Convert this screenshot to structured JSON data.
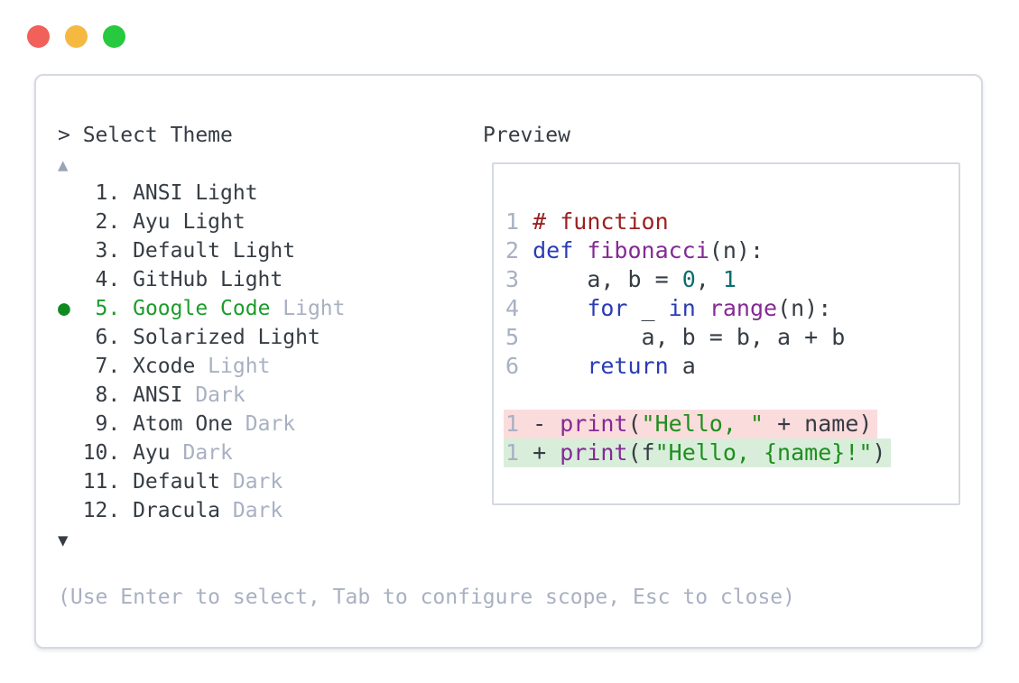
{
  "colors": {
    "text": "#363c44",
    "muted": "#a8b0c2",
    "border": "#d5d9e0",
    "accent-green": "#1c9c2b",
    "bullet-green": "#0f8a20",
    "arrow-muted": "#9aa4b6",
    "traffic-red": "#f2605a",
    "traffic-yellow": "#f5b841",
    "traffic-green": "#27c93f",
    "code-comment": "#9b2121",
    "code-keyword": "#2a3cb5",
    "code-title": "#852a96",
    "code-literal": "#0d6d6d",
    "code-string": "#1f8e1e",
    "diff-del-bg": "#fbdcdc",
    "diff-add-bg": "#d8eedb"
  },
  "titlebar": {
    "buttons": [
      "close",
      "minimize",
      "zoom"
    ]
  },
  "picker": {
    "prompt": "> Select Theme",
    "scroll_up_icon": "▲",
    "scroll_down_icon": "▼",
    "items": [
      {
        "marker": "",
        "pre": "   1. ANSI Light",
        "muted": "",
        "selected": false
      },
      {
        "marker": "",
        "pre": "   2. Ayu Light",
        "muted": "",
        "selected": false
      },
      {
        "marker": "",
        "pre": "   3. Default Light",
        "muted": "",
        "selected": false
      },
      {
        "marker": "",
        "pre": "   4. GitHub Light",
        "muted": "",
        "selected": false
      },
      {
        "marker": "●",
        "pre": "  5. Google Code",
        "muted": " Light",
        "selected": true
      },
      {
        "marker": "",
        "pre": "   6. Solarized Light",
        "muted": "",
        "selected": false
      },
      {
        "marker": "",
        "pre": "   7. Xcode",
        "muted": " Light",
        "selected": false
      },
      {
        "marker": "",
        "pre": "   8. ANSI",
        "muted": " Dark",
        "selected": false
      },
      {
        "marker": "",
        "pre": "   9. Atom One",
        "muted": " Dark",
        "selected": false
      },
      {
        "marker": "",
        "pre": "  10. Ayu",
        "muted": " Dark",
        "selected": false
      },
      {
        "marker": "",
        "pre": "  11. Default",
        "muted": " Dark",
        "selected": false
      },
      {
        "marker": "",
        "pre": "  12. Dracula",
        "muted": " Dark",
        "selected": false
      }
    ],
    "help": "(Use Enter to select, Tab to configure scope, Esc to close)"
  },
  "preview": {
    "label": "Preview",
    "lines": [
      {
        "tokens": [
          {
            "c": "num",
            "t": "1 "
          },
          {
            "c": "com",
            "t": "# function"
          }
        ]
      },
      {
        "tokens": [
          {
            "c": "num",
            "t": "2 "
          },
          {
            "c": "kwd",
            "t": "def"
          },
          {
            "c": "pln",
            "t": " "
          },
          {
            "c": "ttl",
            "t": "fibonacci"
          },
          {
            "c": "pln",
            "t": "(n):"
          }
        ]
      },
      {
        "tokens": [
          {
            "c": "num",
            "t": "3 "
          },
          {
            "c": "pln",
            "t": "    a, b = "
          },
          {
            "c": "lit",
            "t": "0"
          },
          {
            "c": "pln",
            "t": ", "
          },
          {
            "c": "lit",
            "t": "1"
          }
        ]
      },
      {
        "tokens": [
          {
            "c": "num",
            "t": "4 "
          },
          {
            "c": "pln",
            "t": "    "
          },
          {
            "c": "kwd",
            "t": "for"
          },
          {
            "c": "pln",
            "t": " _ "
          },
          {
            "c": "kwd",
            "t": "in"
          },
          {
            "c": "pln",
            "t": " "
          },
          {
            "c": "ttl",
            "t": "range"
          },
          {
            "c": "pln",
            "t": "(n):"
          }
        ]
      },
      {
        "tokens": [
          {
            "c": "num",
            "t": "5 "
          },
          {
            "c": "pln",
            "t": "        a, b = b, a + b"
          }
        ]
      },
      {
        "tokens": [
          {
            "c": "num",
            "t": "6 "
          },
          {
            "c": "pln",
            "t": "    "
          },
          {
            "c": "kwd",
            "t": "return"
          },
          {
            "c": "pln",
            "t": " a"
          }
        ]
      }
    ],
    "diff_lines": [
      {
        "type": "deletion",
        "tokens": [
          {
            "c": "num",
            "t": "1"
          },
          {
            "c": "pln",
            "t": " - "
          },
          {
            "c": "ttl",
            "t": "print"
          },
          {
            "c": "pln",
            "t": "("
          },
          {
            "c": "str",
            "t": "\"Hello, \""
          },
          {
            "c": "pln",
            "t": " + name)"
          }
        ]
      },
      {
        "type": "addition",
        "tokens": [
          {
            "c": "num",
            "t": "1"
          },
          {
            "c": "pln",
            "t": " + "
          },
          {
            "c": "ttl",
            "t": "print"
          },
          {
            "c": "pln",
            "t": "(f"
          },
          {
            "c": "str",
            "t": "\"Hello, {name}!\""
          },
          {
            "c": "pln",
            "t": ")"
          }
        ]
      }
    ]
  }
}
